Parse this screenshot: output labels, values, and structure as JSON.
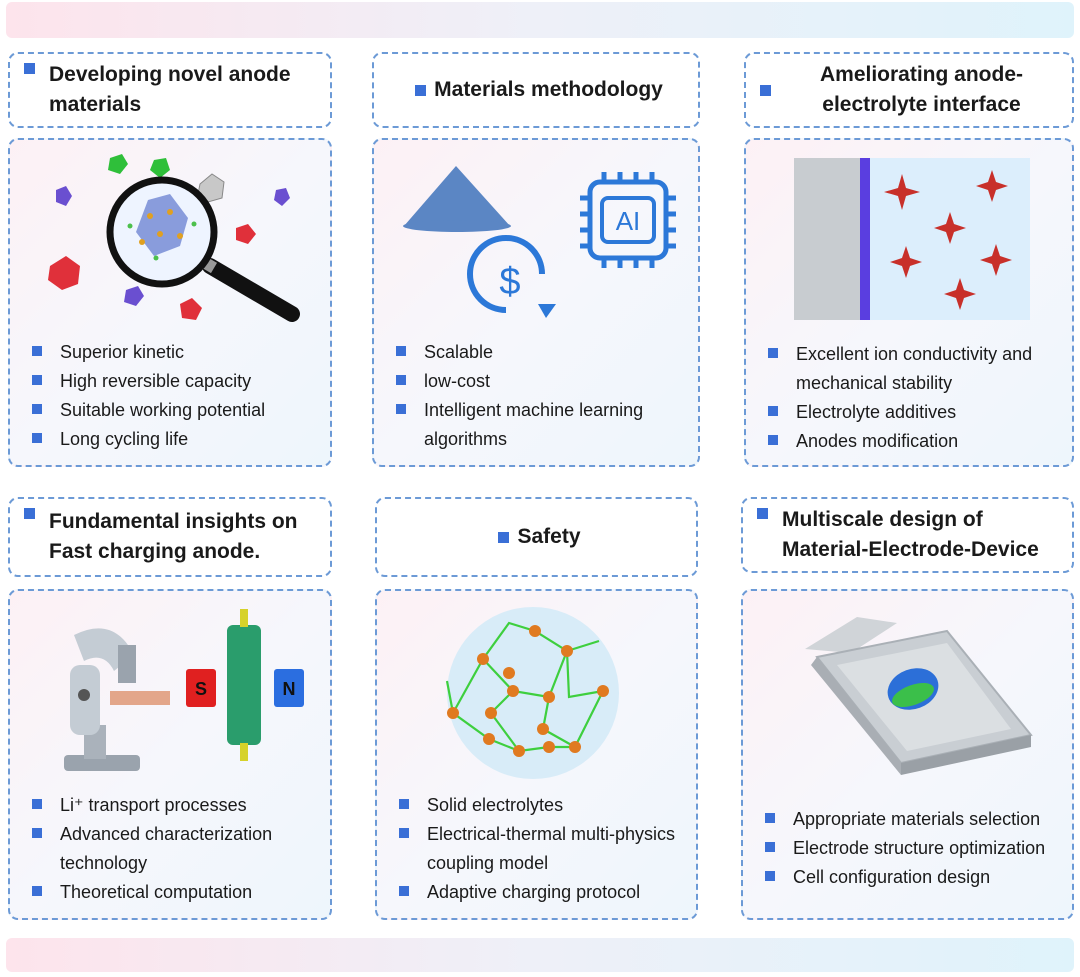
{
  "colors": {
    "accent": "#3a6fd6",
    "border": "#6c9ad6"
  },
  "cards": [
    {
      "title": "Developing novel anode materials",
      "bullets": [
        "Superior kinetic",
        "High reversible capacity",
        "Suitable working potential",
        "Long cycling life"
      ],
      "illustration": "magnifier-crystals-icon"
    },
    {
      "title": "Materials methodology",
      "bullets": [
        "Scalable",
        "low-cost",
        "Intelligent machine learning algorithms"
      ],
      "illustration": "powder-ai-chip-dollar-icon",
      "chip_label": "AI",
      "dollar_label": "$"
    },
    {
      "title": "Ameliorating anode-electrolyte interface",
      "bullets": [
        "Excellent ion conductivity and mechanical stability",
        "Electrolyte additives",
        "Anodes modification"
      ],
      "illustration": "electrode-interface-icon"
    },
    {
      "title": "Fundamental insights on Fast charging anode.",
      "bullets": [
        "Li⁺ transport processes",
        "Advanced characterization technology",
        "Theoretical computation"
      ],
      "illustration": "microscope-magnet-icon",
      "magnet_s": "S",
      "magnet_n": "N"
    },
    {
      "title": "Safety",
      "bullets": [
        "Solid electrolytes",
        "Electrical-thermal multi-physics coupling model",
        "Adaptive charging protocol"
      ],
      "illustration": "polymer-network-icon"
    },
    {
      "title": "Multiscale design of Material-Electrode-Device",
      "bullets": [
        "Appropriate materials selection",
        "Electrode structure optimization",
        "Cell configuration design"
      ],
      "illustration": "pouch-cell-icon"
    }
  ]
}
